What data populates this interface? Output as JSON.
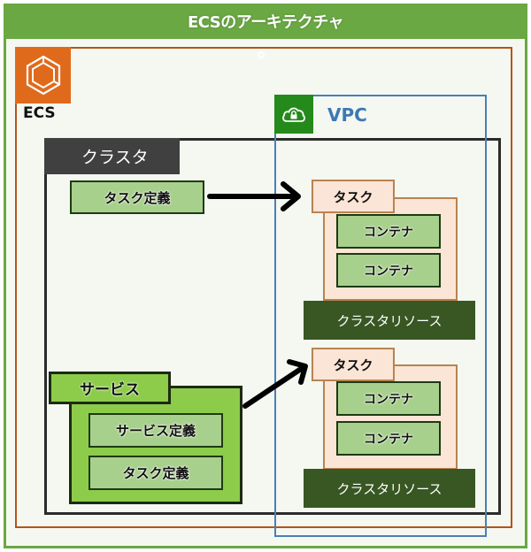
{
  "title": "ECSのアーキテクチャ",
  "ecs": {
    "label": "ECS",
    "icon": "ecs-container-icon",
    "color": "#e06a1b"
  },
  "vpc": {
    "label": "VPC",
    "icon": "cloud-lock-icon",
    "color": "#248a1b"
  },
  "cluster": {
    "label": "クラスタ"
  },
  "task_definition_top": "タスク定義",
  "service": {
    "label": "サービス",
    "service_definition": "サービス定義",
    "task_definition": "タスク定義"
  },
  "tasks": [
    {
      "label": "タスク",
      "containers": [
        "コンテナ",
        "コンテナ"
      ],
      "resource": "クラスタリソース"
    },
    {
      "label": "タスク",
      "containers": [
        "コンテナ",
        "コンテナ"
      ],
      "resource": "クラスタリソース"
    }
  ],
  "arrows": [
    {
      "from": "タスク定義",
      "to": "タスク (1)"
    },
    {
      "from": "サービス",
      "to": "タスク (2)"
    }
  ]
}
